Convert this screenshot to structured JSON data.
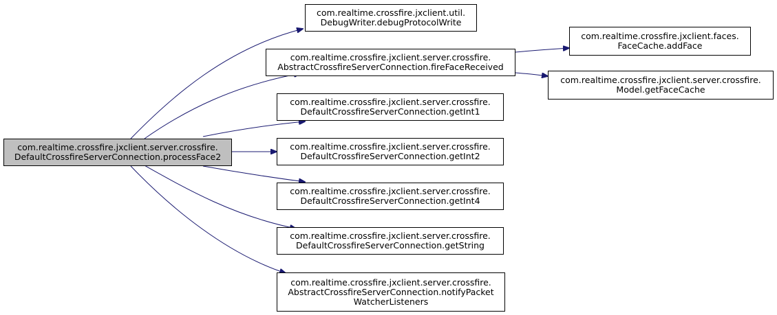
{
  "colors": {
    "edge": "#191970",
    "root_fill": "#bfbfbf",
    "node_fill": "#ffffff",
    "border": "#000000"
  },
  "nodes": {
    "root": {
      "line1": "com.realtime.crossfire.jxclient.server.crossfire.",
      "line2": "DefaultCrossfireServerConnection.processFace2"
    },
    "debug": {
      "line1": "com.realtime.crossfire.jxclient.util.",
      "line2": "DebugWriter.debugProtocolWrite"
    },
    "fire": {
      "line1": "com.realtime.crossfire.jxclient.server.crossfire.",
      "line2": "AbstractCrossfireServerConnection.fireFaceReceived"
    },
    "int1": {
      "line1": "com.realtime.crossfire.jxclient.server.crossfire.",
      "line2": "DefaultCrossfireServerConnection.getInt1"
    },
    "int2": {
      "line1": "com.realtime.crossfire.jxclient.server.crossfire.",
      "line2": "DefaultCrossfireServerConnection.getInt2"
    },
    "int4": {
      "line1": "com.realtime.crossfire.jxclient.server.crossfire.",
      "line2": "DefaultCrossfireServerConnection.getInt4"
    },
    "str": {
      "line1": "com.realtime.crossfire.jxclient.server.crossfire.",
      "line2": "DefaultCrossfireServerConnection.getString"
    },
    "notify": {
      "line1": "com.realtime.crossfire.jxclient.server.crossfire.",
      "line2": "AbstractCrossfireServerConnection.notifyPacket",
      "line3": "WatcherListeners"
    },
    "addface": {
      "line1": "com.realtime.crossfire.jxclient.faces.",
      "line2": "FaceCache.addFace"
    },
    "getfc": {
      "line1": "com.realtime.crossfire.jxclient.server.crossfire.",
      "line2": "Model.getFaceCache"
    }
  }
}
